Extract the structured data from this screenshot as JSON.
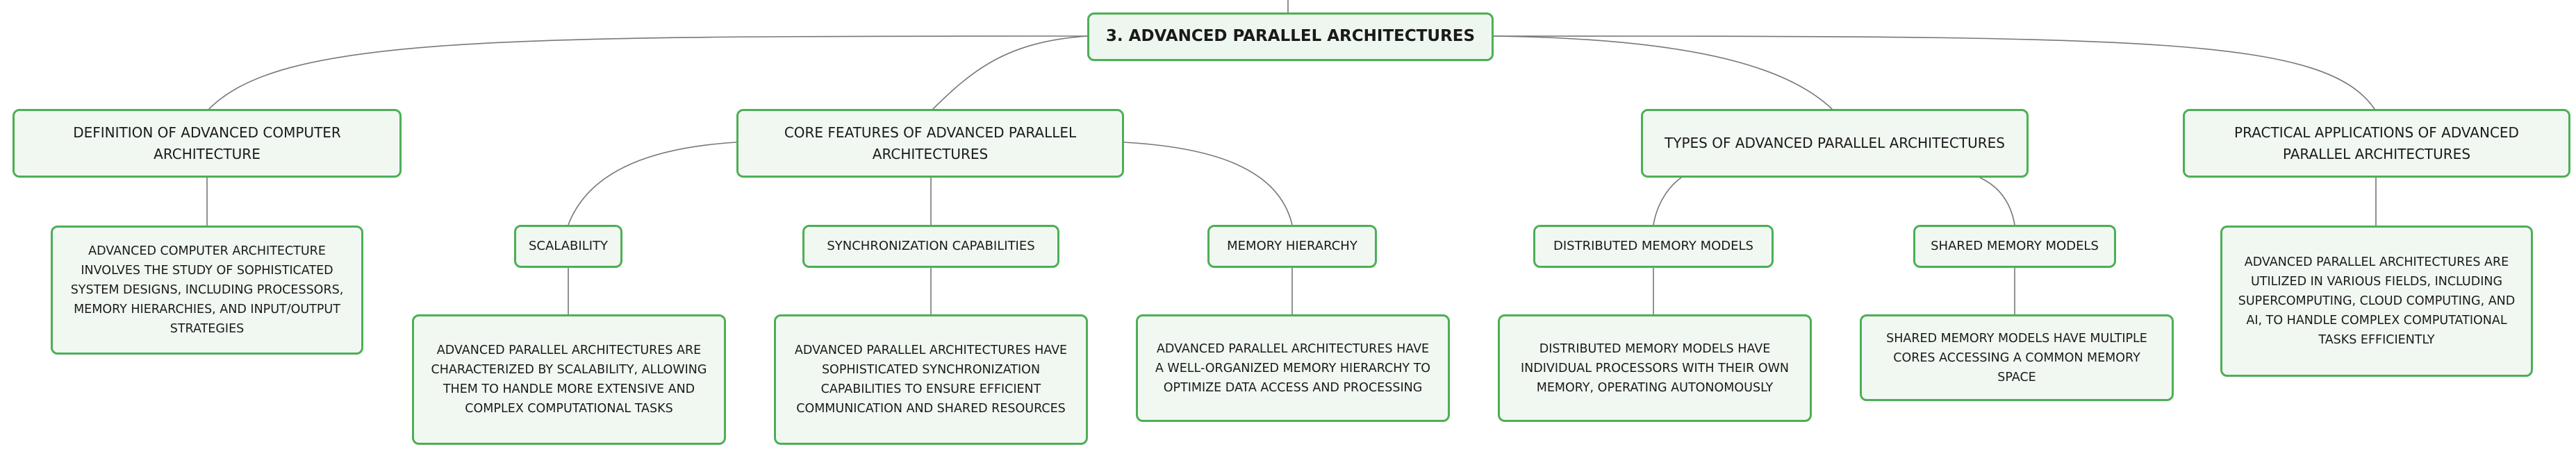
{
  "diagram": {
    "root": {
      "label": "3. ADVANCED PARALLEL ARCHITECTURES"
    },
    "branches": [
      {
        "label": "DEFINITION OF ADVANCED COMPUTER ARCHITECTURE",
        "detail": "ADVANCED COMPUTER ARCHITECTURE INVOLVES THE STUDY OF SOPHISTICATED SYSTEM DESIGNS, INCLUDING PROCESSORS, MEMORY HIERARCHIES, AND INPUT/OUTPUT STRATEGIES"
      },
      {
        "label": "CORE FEATURES OF ADVANCED PARALLEL ARCHITECTURES",
        "children": [
          {
            "label": "SCALABILITY",
            "detail": "ADVANCED PARALLEL ARCHITECTURES ARE CHARACTERIZED BY SCALABILITY, ALLOWING THEM TO HANDLE MORE EXTENSIVE AND COMPLEX COMPUTATIONAL TASKS"
          },
          {
            "label": "SYNCHRONIZATION CAPABILITIES",
            "detail": "ADVANCED PARALLEL ARCHITECTURES HAVE SOPHISTICATED SYNCHRONIZATION CAPABILITIES TO ENSURE EFFICIENT COMMUNICATION AND SHARED RESOURCES"
          },
          {
            "label": "MEMORY HIERARCHY",
            "detail": "ADVANCED PARALLEL ARCHITECTURES HAVE A WELL-ORGANIZED MEMORY HIERARCHY TO OPTIMIZE DATA ACCESS AND PROCESSING"
          }
        ]
      },
      {
        "label": "TYPES OF ADVANCED PARALLEL ARCHITECTURES",
        "children": [
          {
            "label": "DISTRIBUTED MEMORY MODELS",
            "detail": "DISTRIBUTED MEMORY MODELS HAVE INDIVIDUAL PROCESSORS WITH THEIR OWN MEMORY, OPERATING AUTONOMOUSLY"
          },
          {
            "label": "SHARED MEMORY MODELS",
            "detail": "SHARED MEMORY MODELS HAVE MULTIPLE CORES ACCESSING A COMMON MEMORY SPACE"
          }
        ]
      },
      {
        "label": "PRACTICAL APPLICATIONS OF ADVANCED PARALLEL ARCHITECTURES",
        "detail": "ADVANCED PARALLEL ARCHITECTURES ARE UTILIZED IN VARIOUS FIELDS, INCLUDING SUPERCOMPUTING, CLOUD COMPUTING, AND AI, TO HANDLE COMPLEX COMPUTATIONAL TASKS EFFICIENTLY"
      }
    ]
  },
  "colors": {
    "node_border": "#4caf55",
    "node_fill": "#f1f8f2",
    "edge": "#777777",
    "text": "#1a1a1a"
  }
}
